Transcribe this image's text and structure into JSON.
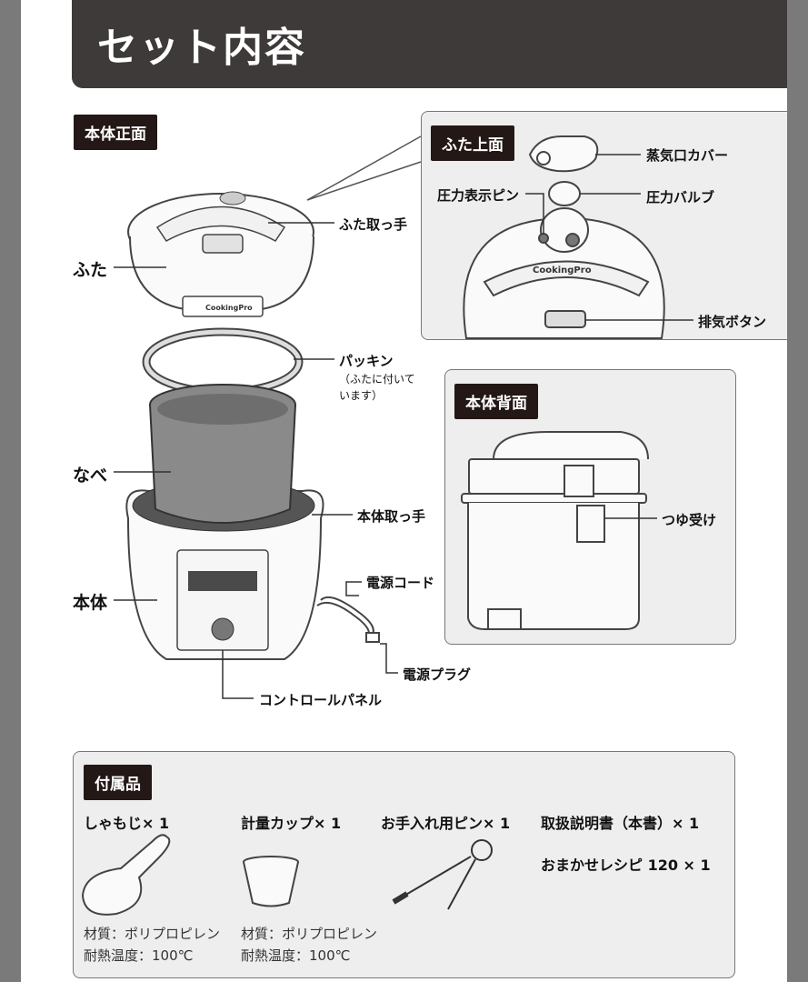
{
  "header": {
    "title": "セット内容"
  },
  "sections": {
    "front": "本体正面",
    "lid_top": "ふた上面",
    "back": "本体背面",
    "accessories": "付属品"
  },
  "parts": {
    "lid": "ふた",
    "lid_handle": "ふた取っ手",
    "packing": "パッキン",
    "packing_note1": "（ふたに付いて",
    "packing_note2": "います）",
    "pot": "なべ",
    "body_handle": "本体取っ手",
    "body": "本体",
    "power_cord": "電源コード",
    "power_plug": "電源プラグ",
    "control_panel": "コントロールパネル",
    "steam_cover": "蒸気口カバー",
    "pressure_pin": "圧力表示ピン",
    "pressure_valve": "圧力バルブ",
    "exhaust_button": "排気ボタン",
    "drip_catcher": "つゆ受け"
  },
  "brand": {
    "lid_logo": "CookingPro",
    "body_logo": "CookingPro"
  },
  "accessories": [
    {
      "name": "しゃもじ× 1",
      "material": "材質：ポリプロピレン",
      "heat": "耐熱温度：100℃"
    },
    {
      "name": "計量カップ× 1",
      "material": "材質：ポリプロピレン",
      "heat": "耐熱温度：100℃"
    },
    {
      "name": "お手入れ用ピン× 1"
    },
    {
      "name": "取扱説明書（本書）× 1"
    },
    {
      "name": "おまかせレシピ 120 × 1"
    }
  ]
}
